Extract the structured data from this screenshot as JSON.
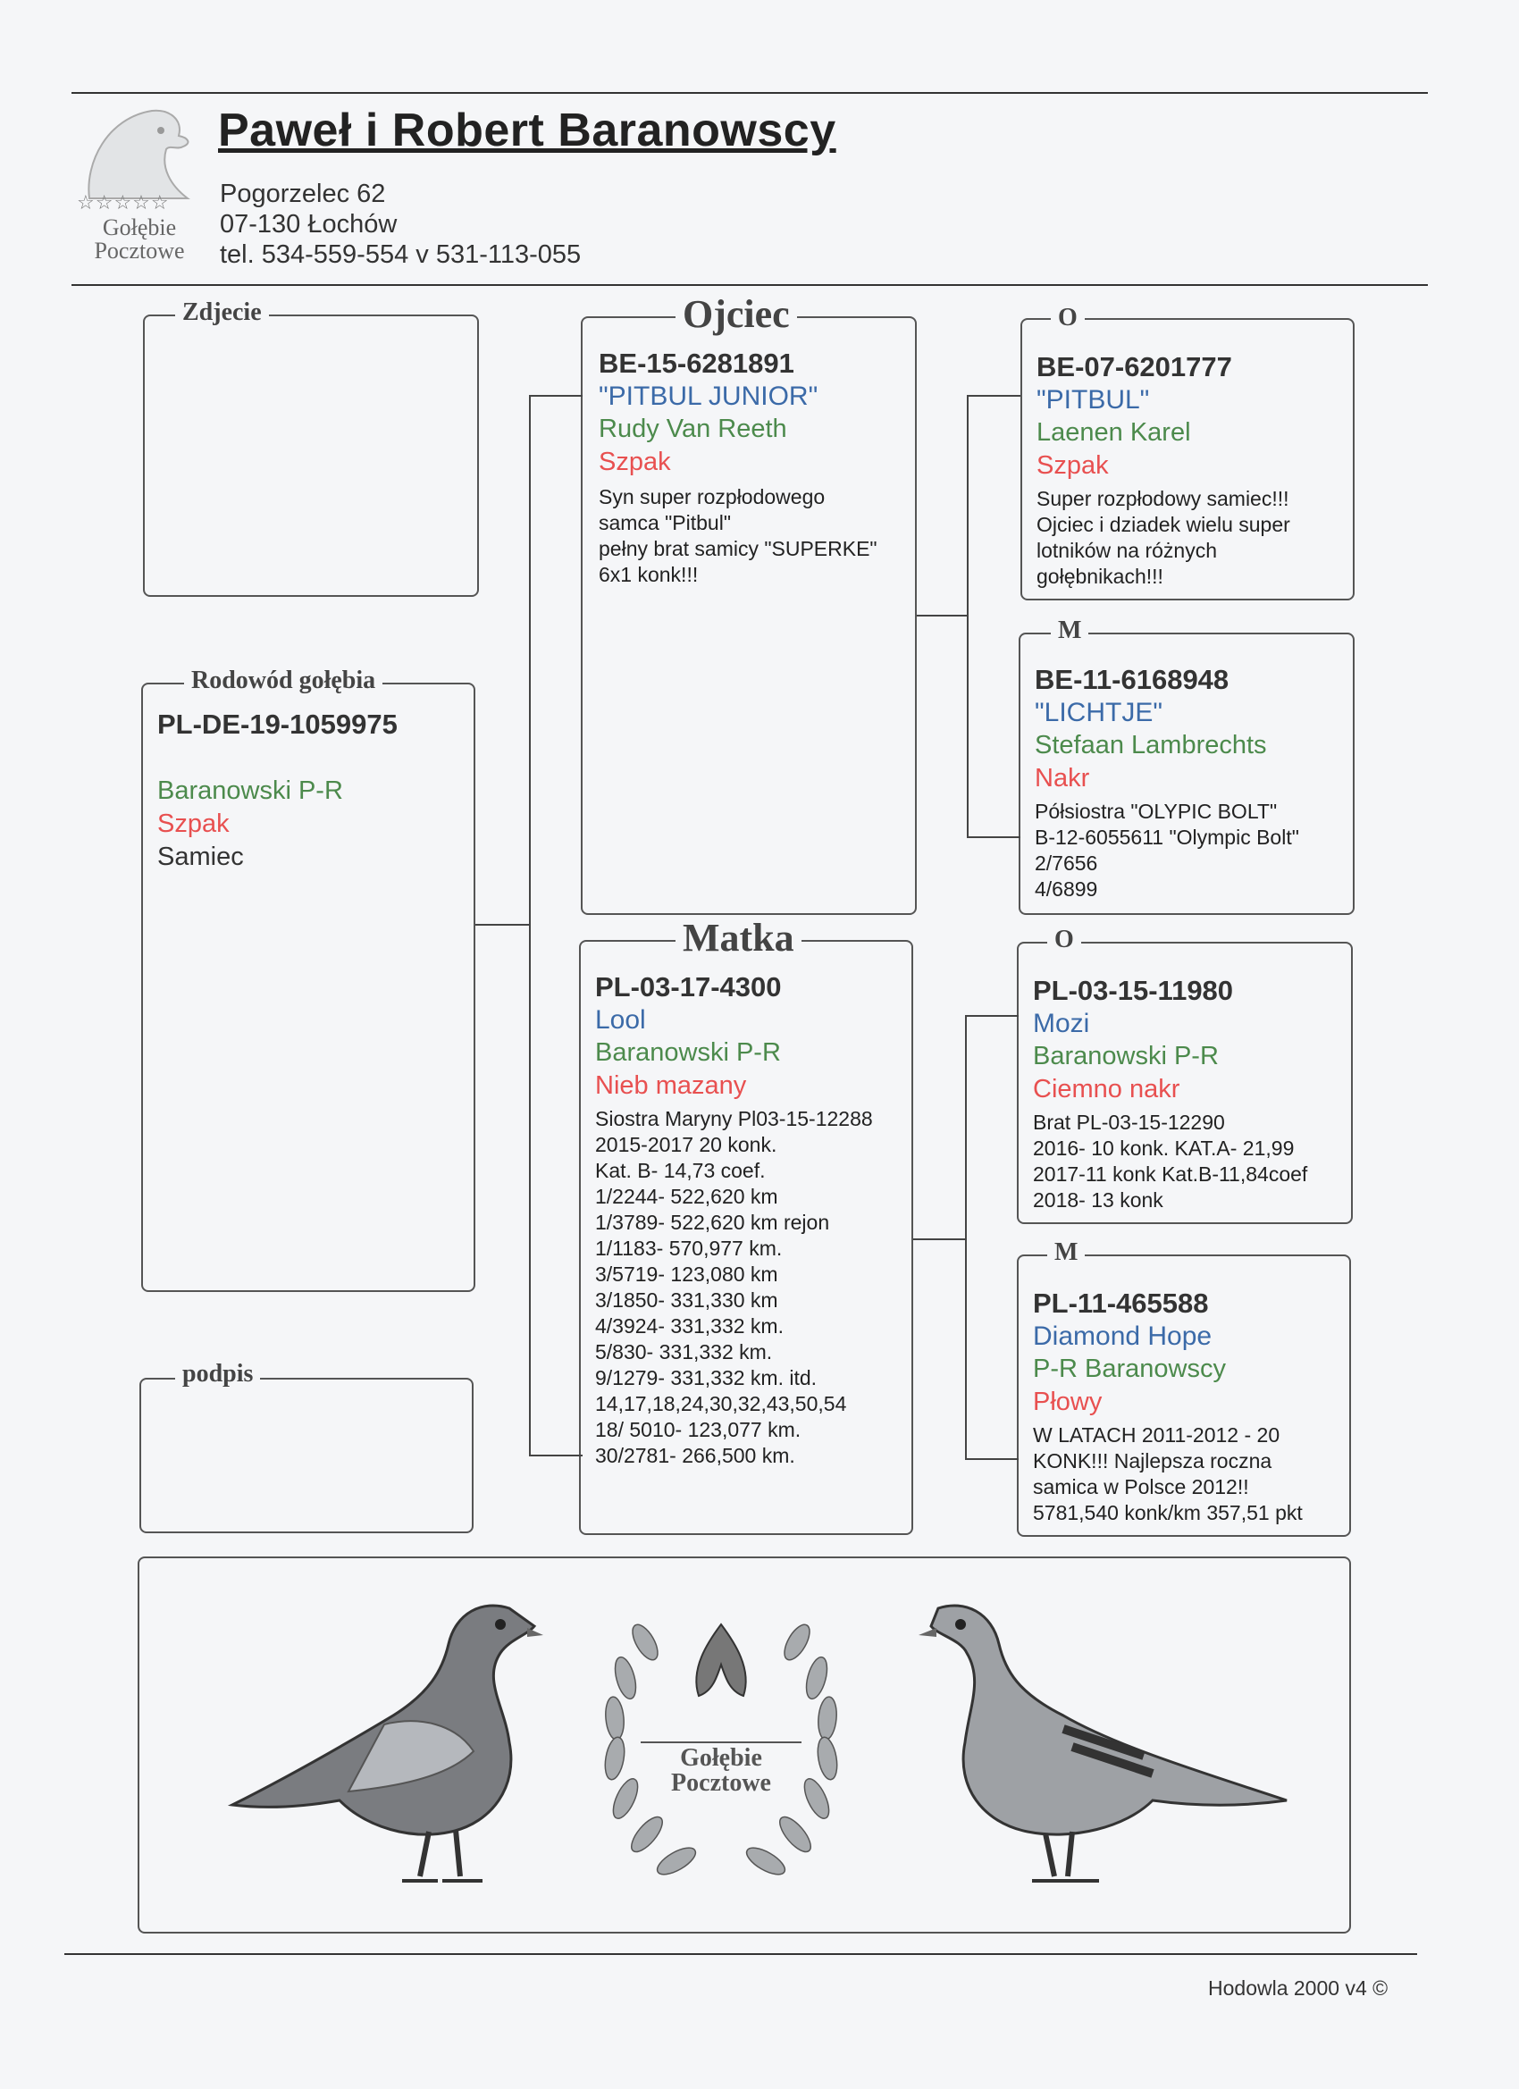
{
  "header": {
    "title": "Paweł i Robert Baranowscy",
    "address": [
      "Pogorzelec 62",
      "07-130 Łochów",
      "tel. 534-559-554 v 531-113-055"
    ],
    "logo_stars": "☆☆☆☆☆",
    "logo_text": [
      "Gołębie",
      "Pocztowe"
    ]
  },
  "boxes": {
    "photo_label": "Zdjecie",
    "pedigree_label": "Rodowód gołębia",
    "signature_label": "podpis"
  },
  "bird": {
    "ring": "PL-DE-19-1059975",
    "breeder": "Baranowski P-R",
    "color": "Szpak",
    "sex": "Samiec"
  },
  "father": {
    "label": "Ojciec",
    "ring": "BE-15-6281891",
    "name": "\"PITBUL JUNIOR\"",
    "breeder": "Rudy Van Reeth",
    "color": "Szpak",
    "notes": [
      "Syn super rozpłodowego",
      "samca \"Pitbul\"",
      "pełny brat samicy \"SUPERKE\"",
      "6x1 konk!!!"
    ]
  },
  "mother": {
    "label": "Matka",
    "ring": "PL-03-17-4300",
    "name": "Lool",
    "breeder": "Baranowski P-R",
    "color": "Nieb mazany",
    "notes": [
      "Siostra Maryny Pl03-15-12288",
      "2015-2017 20 konk.",
      "Kat. B- 14,73 coef.",
      "1/2244- 522,620 km",
      "1/3789- 522,620 km rejon",
      "1/1183- 570,977 km.",
      "3/5719- 123,080 km",
      "3/1850- 331,330 km",
      "4/3924- 331,332 km.",
      "5/830- 331,332 km.",
      "9/1279- 331,332 km. itd.",
      "14,17,18,24,30,32,43,50,54",
      "18/ 5010- 123,077 km.",
      "30/2781- 266,500 km."
    ]
  },
  "ff": {
    "label": "O",
    "ring": "BE-07-6201777",
    "name": "\"PITBUL\"",
    "breeder": "Laenen Karel",
    "color": "Szpak",
    "notes": [
      "Super rozpłodowy samiec!!!",
      "Ojciec i dziadek wielu super",
      "lotników na różnych",
      "gołębnikach!!!"
    ]
  },
  "fm": {
    "label": "M",
    "ring": "BE-11-6168948",
    "name": "\"LICHTJE\"",
    "breeder": "Stefaan Lambrechts",
    "color": "Nakr",
    "notes": [
      "Półsiostra \"OLYPIC BOLT\"",
      "B-12-6055611 \"Olympic Bolt\"",
      "2/7656",
      "4/6899"
    ]
  },
  "mf": {
    "label": "O",
    "ring": "PL-03-15-11980",
    "name": "Mozi",
    "breeder": "Baranowski P-R",
    "color": "Ciemno nakr",
    "notes": [
      "Brat PL-03-15-12290",
      "2016- 10 konk. KAT.A- 21,99",
      "2017-11 konk Kat.B-11,84coef",
      "2018- 13 konk"
    ]
  },
  "mm": {
    "label": "M",
    "ring": "PL-11-465588",
    "name": "Diamond Hope",
    "breeder": "P-R Baranowscy",
    "color": "Płowy",
    "notes": [
      "W LATACH 2011-2012 - 20",
      "KONK!!! Najlepsza roczna",
      "samica w Polsce 2012!!",
      "5781,540 konk/km  357,51 pkt"
    ]
  },
  "emblem": {
    "text": [
      "Gołębie",
      "Pocztowe"
    ]
  },
  "footer": {
    "software": "Hodowla 2000 v4 ©"
  }
}
